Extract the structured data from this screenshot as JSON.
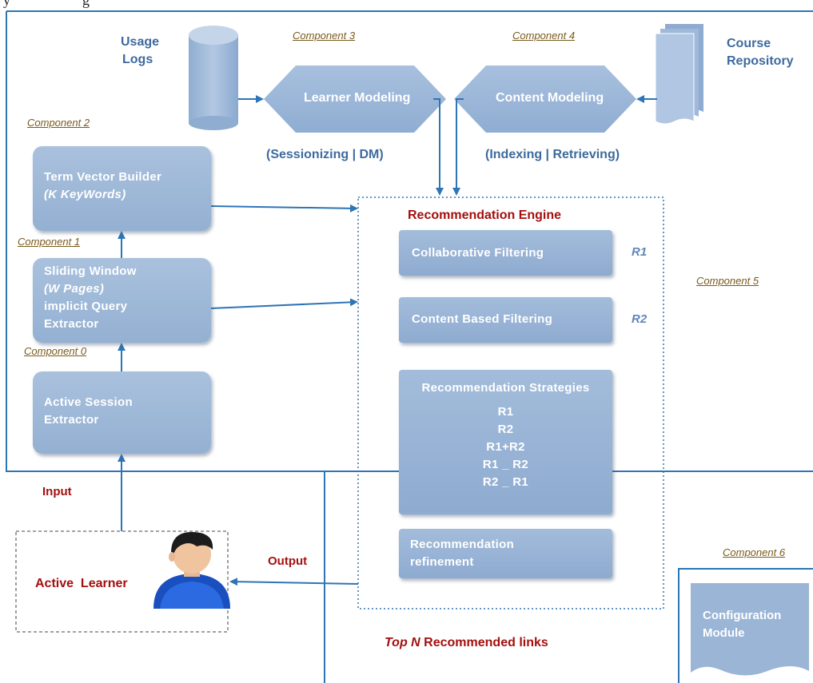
{
  "header": {
    "cut_text": "y                    g"
  },
  "components": {
    "c0": "Component 0",
    "c1": "Component 1",
    "c2": "Component 2",
    "c3": "Component 3",
    "c4": "Component 4",
    "c5": "Component 5",
    "c6": "Component 6"
  },
  "sources": {
    "usage_logs_1": "Usage",
    "usage_logs_2": "Logs",
    "course_repo_1": "Course",
    "course_repo_2": "Repository"
  },
  "modeling": {
    "learner": "Learner Modeling",
    "learner_sub": "(Sessionizing | DM)",
    "content": "Content Modeling",
    "content_sub": "(Indexing | Retrieving)"
  },
  "left_boxes": {
    "term_vector_1": "Term Vector Builder",
    "term_vector_2": "(K KeyWords)",
    "sliding_1": "Sliding Window",
    "sliding_2": "(W Pages)",
    "sliding_3": "implicit Query",
    "sliding_4": "Extractor",
    "active_session_1": "Active Session",
    "active_session_2": "Extractor"
  },
  "engine": {
    "title": "Recommendation Engine",
    "collab": "Collaborative Filtering",
    "collab_tag": "R1",
    "content": "Content Based Filtering",
    "content_tag": "R2",
    "strategies_title": "Recommendation Strategies",
    "strategies": [
      "R1",
      "R2",
      "R1+R2",
      "R1 _ R2",
      "R2 _ R1"
    ],
    "refine_1": "Recommendation",
    "refine_2": "refinement"
  },
  "flow": {
    "input": "Input",
    "output": "Output",
    "learner": "Active  Learner",
    "top_n_prefix": "Top N",
    "top_n_suffix": " Recommended links"
  },
  "config": {
    "line1": "Configuration",
    "line2": "Module"
  },
  "colors": {
    "box_fill": "#9ab5d6",
    "arrow": "#2e75b6",
    "red_label": "#a40f0f",
    "component_label": "#7a5a1a"
  }
}
